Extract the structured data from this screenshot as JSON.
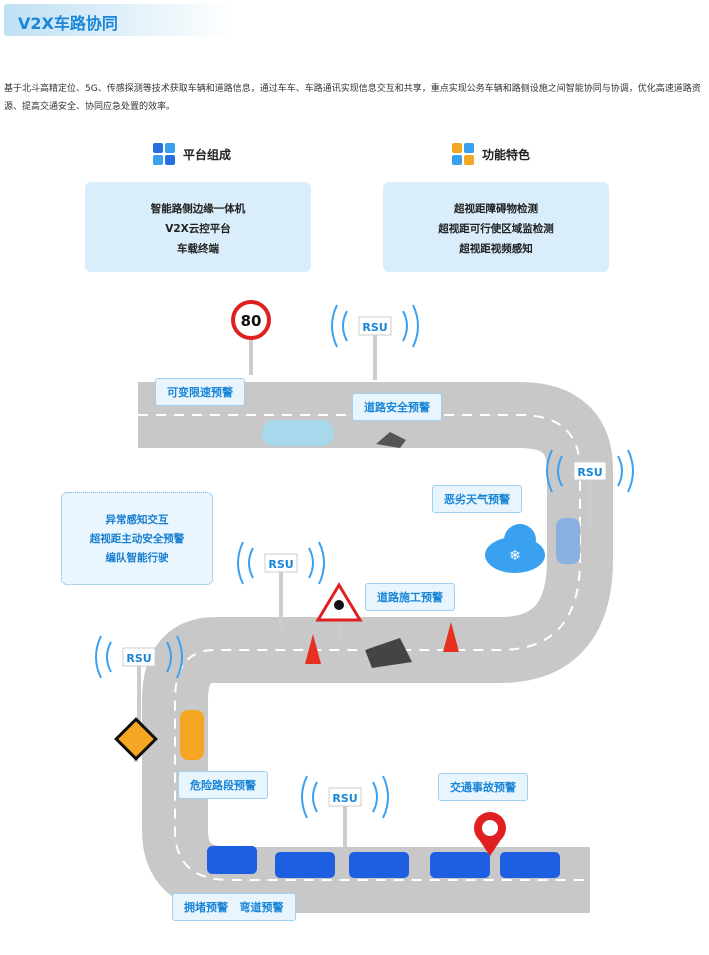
{
  "header": {
    "title": "V2X车路协同"
  },
  "intro": "基于北斗高精定位、5G、传感探测等技术获取车辆和道路信息，通过车车、车路通讯实现信息交互和共享，重点实现公务车辆和路侧设施之间智能协同与协调，优化高速道路资源、提高交通安全、协同应急处置的效率。",
  "platform": {
    "heading": "平台组成",
    "items": [
      "智能路侧边缘一体机",
      "V2X云控平台",
      "车载终端"
    ]
  },
  "features": {
    "heading": "功能特色",
    "items": [
      "超视距障碍物检测",
      "超视距可行使区域监检测",
      "超视距视频感知"
    ]
  },
  "capabilities": [
    "异常感知交互",
    "超视距主动安全预警",
    "编队智能行驶"
  ],
  "labels": {
    "variable_speed": "可变限速预警",
    "road_safety": "道路安全预警",
    "bad_weather": "恶劣天气预警",
    "construction": "道路施工预警",
    "dangerous_section": "危险路段预警",
    "accident": "交通事故预警",
    "congestion_curve": "拥堵预警   弯道预警"
  },
  "speed_sign": "80",
  "rsu": "RSU",
  "colors": {
    "accent": "#1a86d8",
    "road": "#c8c8c8",
    "card": "#d9eefa"
  }
}
